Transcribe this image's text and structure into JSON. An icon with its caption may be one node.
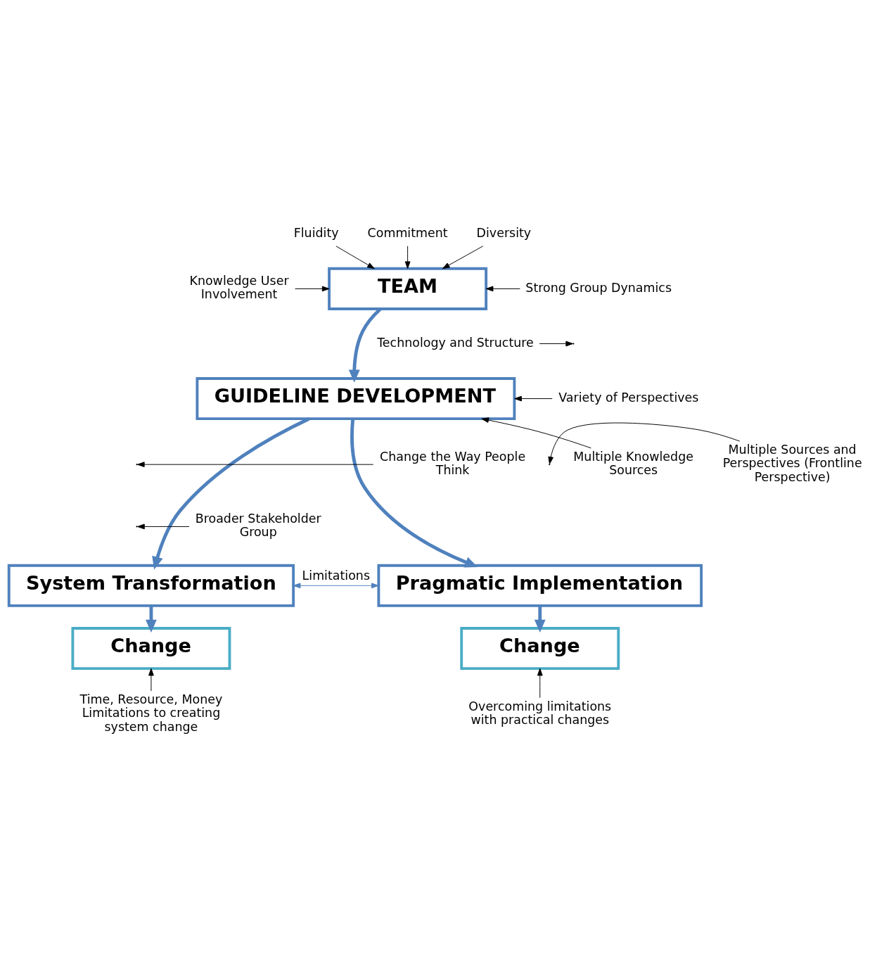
{
  "diagram": {
    "nodes": [
      {
        "text": [
          "TEAM"
        ]
      },
      {
        "text": [
          "GUIDELINE DEVELOPMENT"
        ]
      },
      {
        "text": [
          "System Transformation"
        ]
      },
      {
        "text": [
          "Pragmatic Implementation"
        ]
      },
      {
        "text": [
          "Change"
        ]
      },
      {
        "text": [
          "Change"
        ]
      },
      {
        "text": [
          "Fluidity"
        ]
      },
      {
        "text": [
          "Knowledge User Involvement"
        ]
      },
      {
        "text": [
          "Commitment"
        ]
      },
      {
        "text": [
          "Strong Group Dynamics"
        ]
      },
      {
        "text": [
          "Diversity"
        ]
      },
      {
        "text": [
          "Technology and Structure"
        ]
      },
      {
        "text": [
          "Variety of Perspectives"
        ]
      },
      {
        "text": [
          "Multiple Knowledge Sources"
        ]
      },
      {
        "text": [
          "Change the Way People Think"
        ]
      },
      {
        "text": [
          "Broader Stakeholder Group"
        ]
      },
      {
        "text": [
          "Multiple Sources and Perspectives (Frontline Perspective)"
        ]
      },
      {
        "text": [
          "Time, Resource, Money Limitations to creating system change"
        ]
      },
      {
        "text": [
          "Overcoming limitations with practical changes"
        ]
      }
    ],
    "edges": [
      {
        "from": 0,
        "to": 1,
        "arrow": "to",
        "style": "thick",
        "color": "#4f81bd"
      },
      {
        "from": 1,
        "to": 2,
        "arrow": "to",
        "style": "thick",
        "color": "#4f81bd"
      },
      {
        "from": 1,
        "to": 3,
        "arrow": "to",
        "style": "thick",
        "color": "#4f81bd"
      },
      {
        "from": 2,
        "to": 4,
        "arrow": "to",
        "style": "thick",
        "color": "#4f81bd"
      },
      {
        "from": 3,
        "to": 5,
        "arrow": "to",
        "style": "thick",
        "color": "#4f81bd"
      },
      {
        "from": 6,
        "to": 0,
        "arrow": "to"
      },
      {
        "from": 7,
        "to": 0,
        "arrow": "to"
      },
      {
        "from": 8,
        "to": 0,
        "arrow": "to"
      },
      {
        "from": 9,
        "to": 0,
        "arrow": "to"
      },
      {
        "from": 10,
        "to": 0,
        "arrow": "to"
      },
      {
        "from": 11,
        "to": null,
        "arrow": "to"
      },
      {
        "from": 12,
        "to": 1,
        "arrow": "to"
      },
      {
        "from": 13,
        "to": 1,
        "arrow": "to"
      },
      {
        "from": 14,
        "to": null,
        "arrow": "to"
      },
      {
        "from": 15,
        "to": null,
        "arrow": "to"
      },
      {
        "from": 16,
        "to": null,
        "arrow": "to"
      },
      {
        "from": 17,
        "to": 4,
        "arrow": "to"
      },
      {
        "from": 18,
        "to": 5,
        "arrow": "to"
      },
      {
        "from": 2,
        "to": 3,
        "arrow": "both",
        "label": "Limitations",
        "color": "#4f81bd"
      }
    ]
  }
}
